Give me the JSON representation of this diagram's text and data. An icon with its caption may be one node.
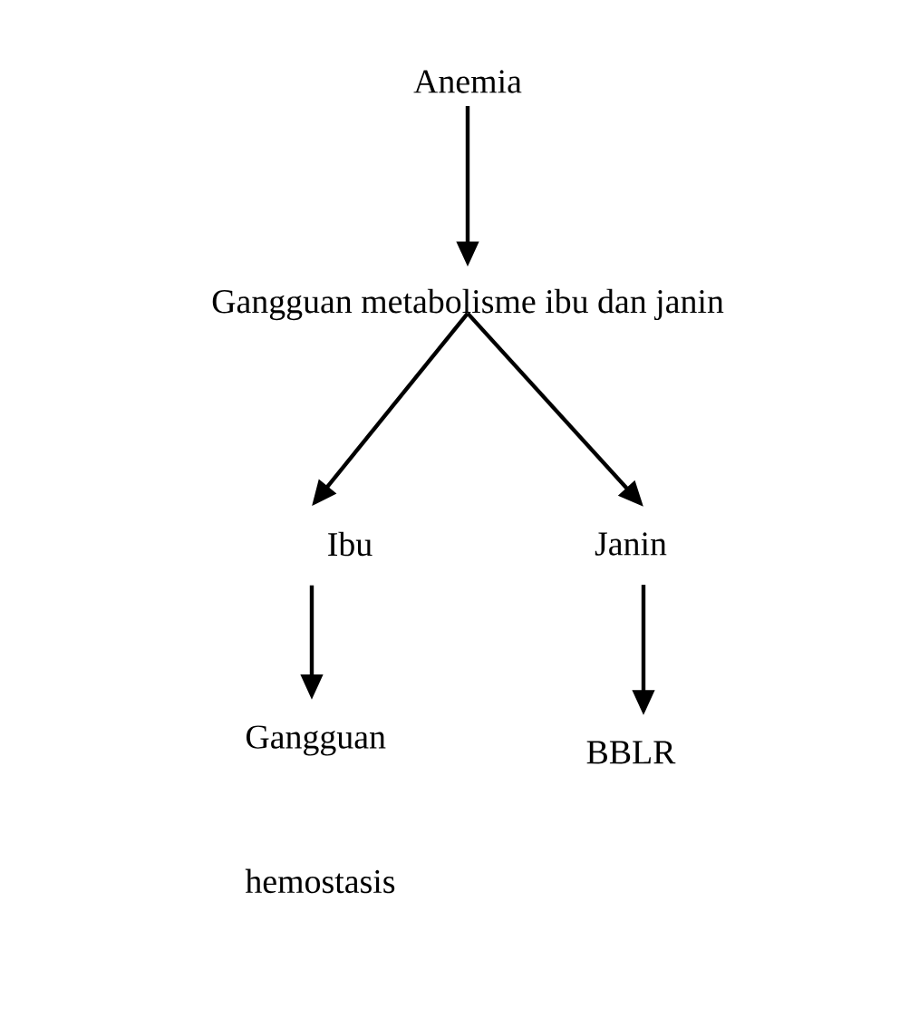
{
  "diagram": {
    "nodes": [
      {
        "text": [
          "Anemia"
        ]
      },
      {
        "text": [
          "Gangguan metabolisme ibu dan janin"
        ]
      },
      {
        "text": [
          "Ibu"
        ]
      },
      {
        "text": [
          "Janin"
        ]
      },
      {
        "text": [
          "Gangguan hemostasis"
        ]
      },
      {
        "text": [
          "BBLR"
        ]
      }
    ],
    "edges": [
      {
        "from": 0,
        "to": 1,
        "arrow": "to"
      },
      {
        "from": 1,
        "to": 2,
        "arrow": "to"
      },
      {
        "from": 1,
        "to": 3,
        "arrow": "to"
      },
      {
        "from": 2,
        "to": 4,
        "arrow": "to"
      },
      {
        "from": 3,
        "to": 5,
        "arrow": "to"
      }
    ]
  }
}
